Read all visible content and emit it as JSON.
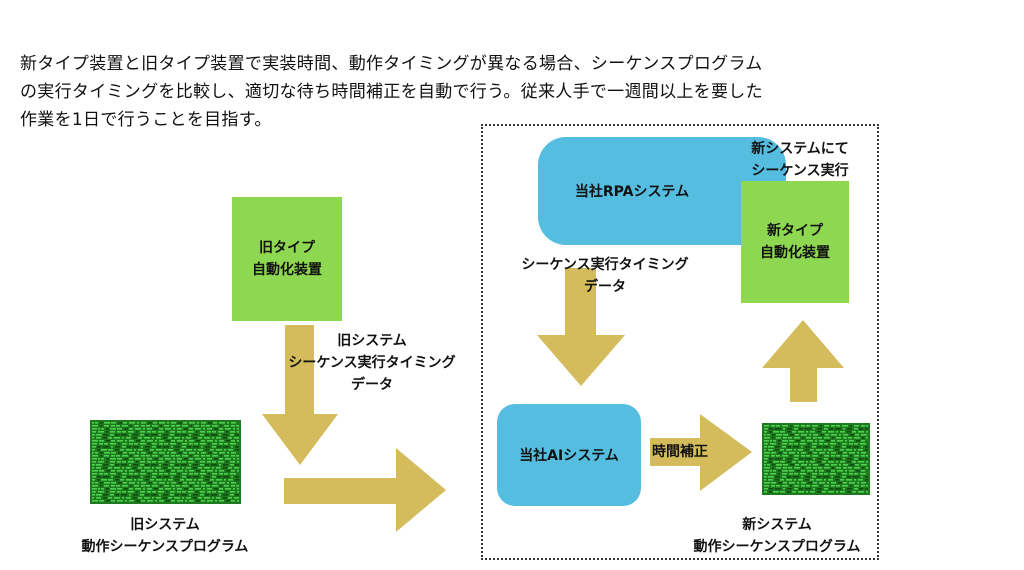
{
  "intro": {
    "lines": [
      "新タイプ装置と旧タイプ装置で実装時間、動作タイミングが異なる場合、シーケンスプログラム",
      "の実行タイミングを比較し、適切な待ち時間補正を自動で行う。従来人手で一週間以上を要した",
      "作業を1日で行うことを目指す。"
    ]
  },
  "old_device": {
    "line1": "旧タイプ",
    "line2": "自動化装置"
  },
  "old_timing_label": {
    "line1": "旧システム",
    "line2": "シーケンス実行タイミング",
    "line3": "データ"
  },
  "old_program_label": {
    "line1": "旧システム",
    "line2": "動作シーケンスプログラム"
  },
  "rpa_system": {
    "label": "当社RPAシステム"
  },
  "new_exec_label": {
    "line1": "新システムにて",
    "line2": "シーケンス実行"
  },
  "new_device": {
    "line1": "新タイプ",
    "line2": "自動化装置"
  },
  "new_timing_label": {
    "line1": "シーケンス実行タイミング",
    "line2": "データ"
  },
  "ai_system": {
    "label": "当社AIシステム"
  },
  "correction_label": "時間補正",
  "new_program_label": {
    "line1": "新システム",
    "line2": "動作シーケンスプログラム"
  },
  "colors": {
    "green": "#8ed851",
    "blue": "#55bde0",
    "arrow": "#d4bc5c",
    "code_bg": "#1f7a1f",
    "code_fg": "#4cd14c"
  }
}
